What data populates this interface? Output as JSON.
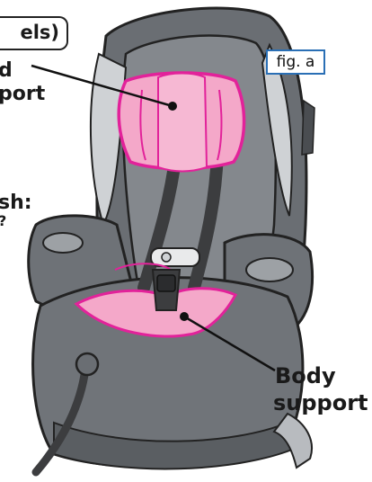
{
  "section_tab": "els)",
  "figure_label": "fig. a",
  "callouts": {
    "head_support": [
      "d",
      "port"
    ],
    "recline": [
      "sh:",
      "?"
    ],
    "body_support": [
      "Body",
      "support"
    ]
  },
  "colors": {
    "seat_dark": "#5f6367",
    "seat_mid": "#7d8186",
    "seat_light": "#c9cccf",
    "pink": "#f4a8c9",
    "pink_dark": "#e2229a",
    "strap": "#3c3d3f"
  }
}
